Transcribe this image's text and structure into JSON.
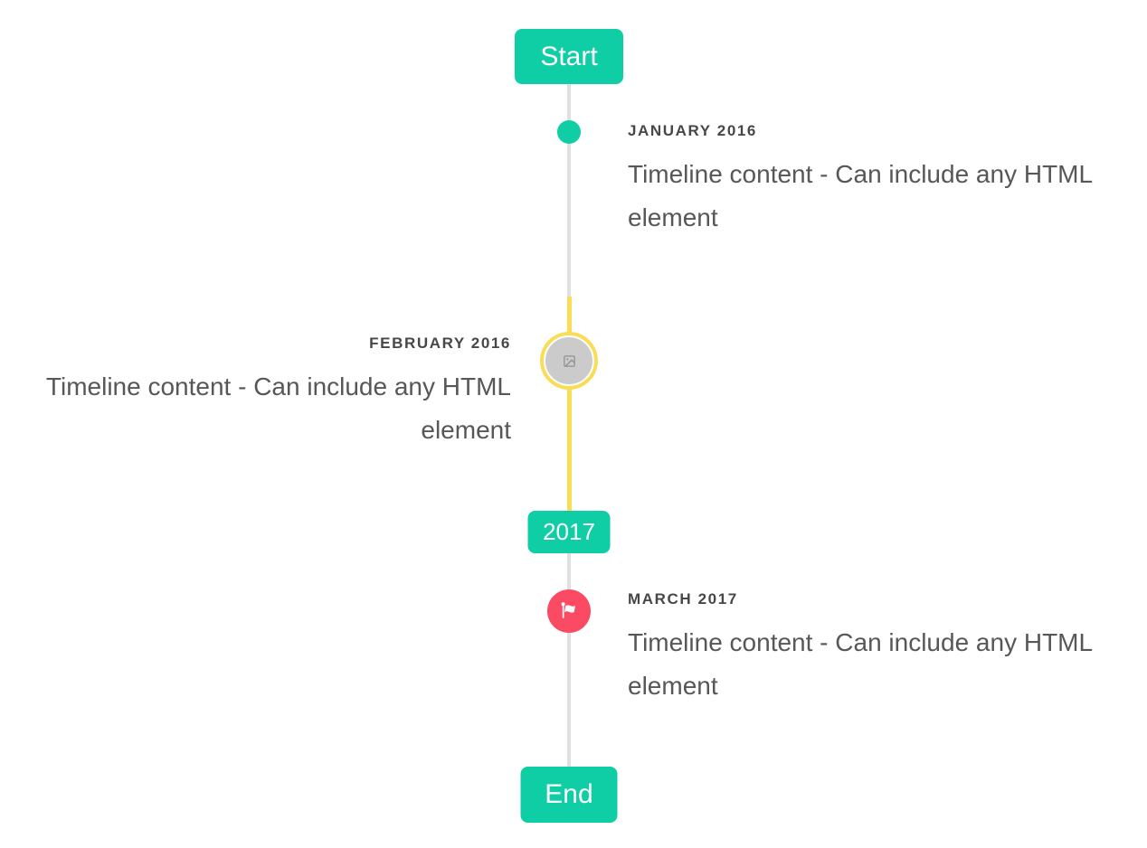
{
  "timeline": {
    "start_label": "Start",
    "end_label": "End",
    "year_badge": "2017",
    "items": [
      {
        "date": "JANUARY 2016",
        "content": "Timeline content - Can include any HTML element",
        "side": "right",
        "marker": "teal-dot",
        "icon": ""
      },
      {
        "date": "FEBRUARY 2016",
        "content": "Timeline content - Can include any HTML element",
        "side": "left",
        "marker": "gray-circle-yellow-ring",
        "icon": "broken-image-icon"
      },
      {
        "date": "MARCH 2017",
        "content": "Timeline content - Can include any HTML element",
        "side": "right",
        "marker": "pink-circle",
        "icon": "flag-icon"
      }
    ]
  },
  "colors": {
    "accent_teal": "#0fcda5",
    "highlight_yellow": "#fadd55",
    "flag_pink": "#fa4a64",
    "line_gray": "#e0e0e0",
    "marker_gray": "#cbcbcb",
    "date_text": "#474747",
    "content_text": "#57575a",
    "badge_text": "#ffffff"
  }
}
